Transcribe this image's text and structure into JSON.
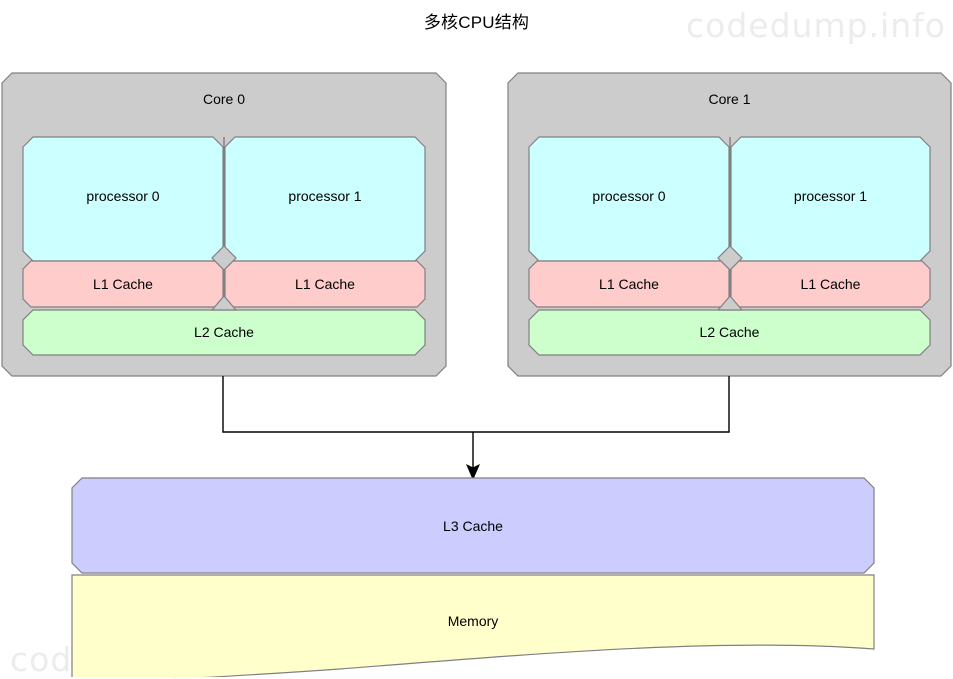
{
  "diagram": {
    "title": "多核CPU结构",
    "type": "block-diagram",
    "watermark_text": "codedump.info",
    "colors": {
      "core_fill": "#cccccc",
      "processor_fill": "#ccffff",
      "l1_fill": "#ffcccc",
      "l2_fill": "#ccffcc",
      "l3_fill": "#ccccff",
      "memory_fill": "#ffffcc",
      "stroke": "#808080",
      "connector": "#000000",
      "background": "#ffffff",
      "watermark": "#ececed"
    },
    "cores": [
      {
        "label": "Core 0",
        "processors": [
          "processor 0",
          "processor 1"
        ],
        "l1_caches": [
          "L1 Cache",
          "L1 Cache"
        ],
        "l2_cache": "L2 Cache"
      },
      {
        "label": "Core 1",
        "processors": [
          "processor 0",
          "processor 1"
        ],
        "l1_caches": [
          "L1 Cache",
          "L1 Cache"
        ],
        "l2_cache": "L2 Cache"
      }
    ],
    "shared": {
      "l3_cache": "L3 Cache",
      "memory": "Memory"
    }
  }
}
